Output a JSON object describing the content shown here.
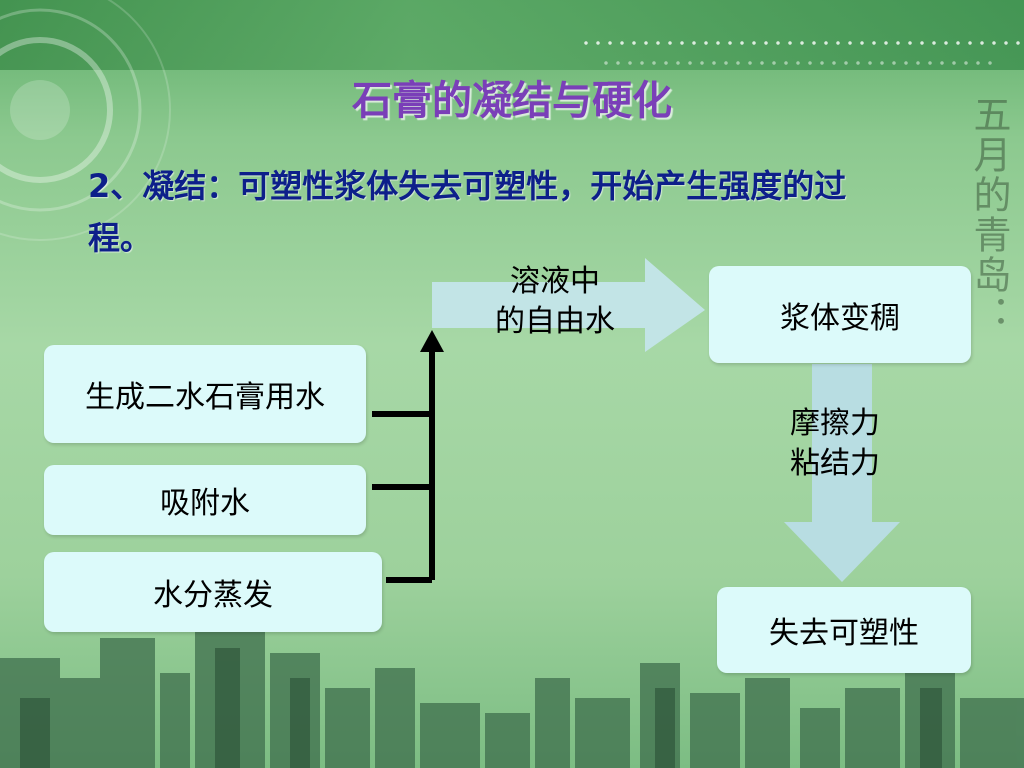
{
  "slide": {
    "title": "石膏的凝结与硬化",
    "definition": "2、凝结：可塑性浆体失去可塑性，开始产生强度的过程。",
    "watermark": "五月的青岛：",
    "colors": {
      "title": "#7a3fb8",
      "definition": "#0d1f8a",
      "box_fill": "#dcfafa",
      "arrow_fill": "#c2e4e6"
    }
  },
  "diagram": {
    "sources": [
      "生成二水石膏用水",
      "吸附水",
      "水分蒸发"
    ],
    "arrow_label_line1": "溶液中",
    "arrow_label_line2": "的自由水",
    "result_box": "浆体变稠",
    "down_label_line1": "摩擦力",
    "down_label_line2": "粘结力",
    "final_box": "失去可塑性"
  }
}
